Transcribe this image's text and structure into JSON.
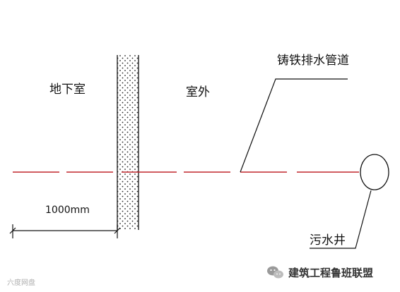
{
  "labels": {
    "basement": "地下室",
    "outdoor": "室外",
    "pipe": "铸铁排水管道",
    "manhole": "污水井",
    "dimension": "1000mm"
  },
  "footer": {
    "watermark_left": "六度网盘",
    "brand_right": "建筑工程鲁班联盟"
  },
  "icons": {
    "brand_logo": "wechat-logo-icon"
  },
  "colors": {
    "pipe": "#c0272d",
    "line": "#111111",
    "background": "#ffffff"
  }
}
